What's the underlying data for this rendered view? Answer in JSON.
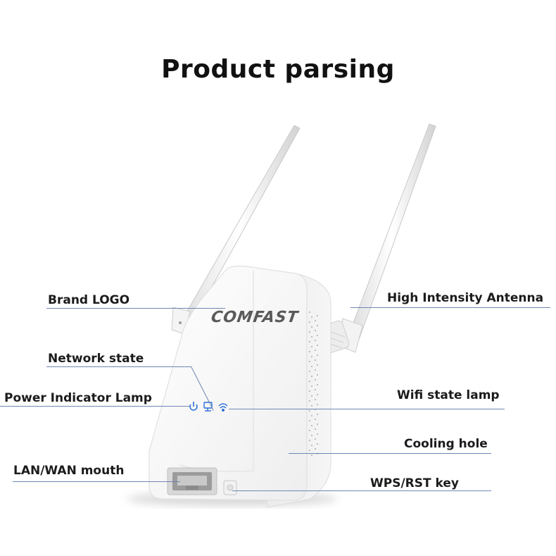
{
  "title": "Product parsing",
  "brand_logo_text": "COMFAST",
  "labels": {
    "brand_logo": "Brand LOGO",
    "network_state": "Network state",
    "power_indicator": "Power Indicator Lamp",
    "lan_wan": "LAN/WAN mouth",
    "antenna": "High Intensity Antenna",
    "wifi_lamp": "Wifi state lamp",
    "cooling_hole": "Cooling hole",
    "wps_rst": "WPS/RST key"
  },
  "colors": {
    "leader_line": "#6f86b4",
    "indicator_blue": "#2a6fd6",
    "device_body": "#f7f7f7",
    "text": "#1b1b1b"
  },
  "icons": [
    "power-icon",
    "network-icon",
    "wifi-icon"
  ]
}
